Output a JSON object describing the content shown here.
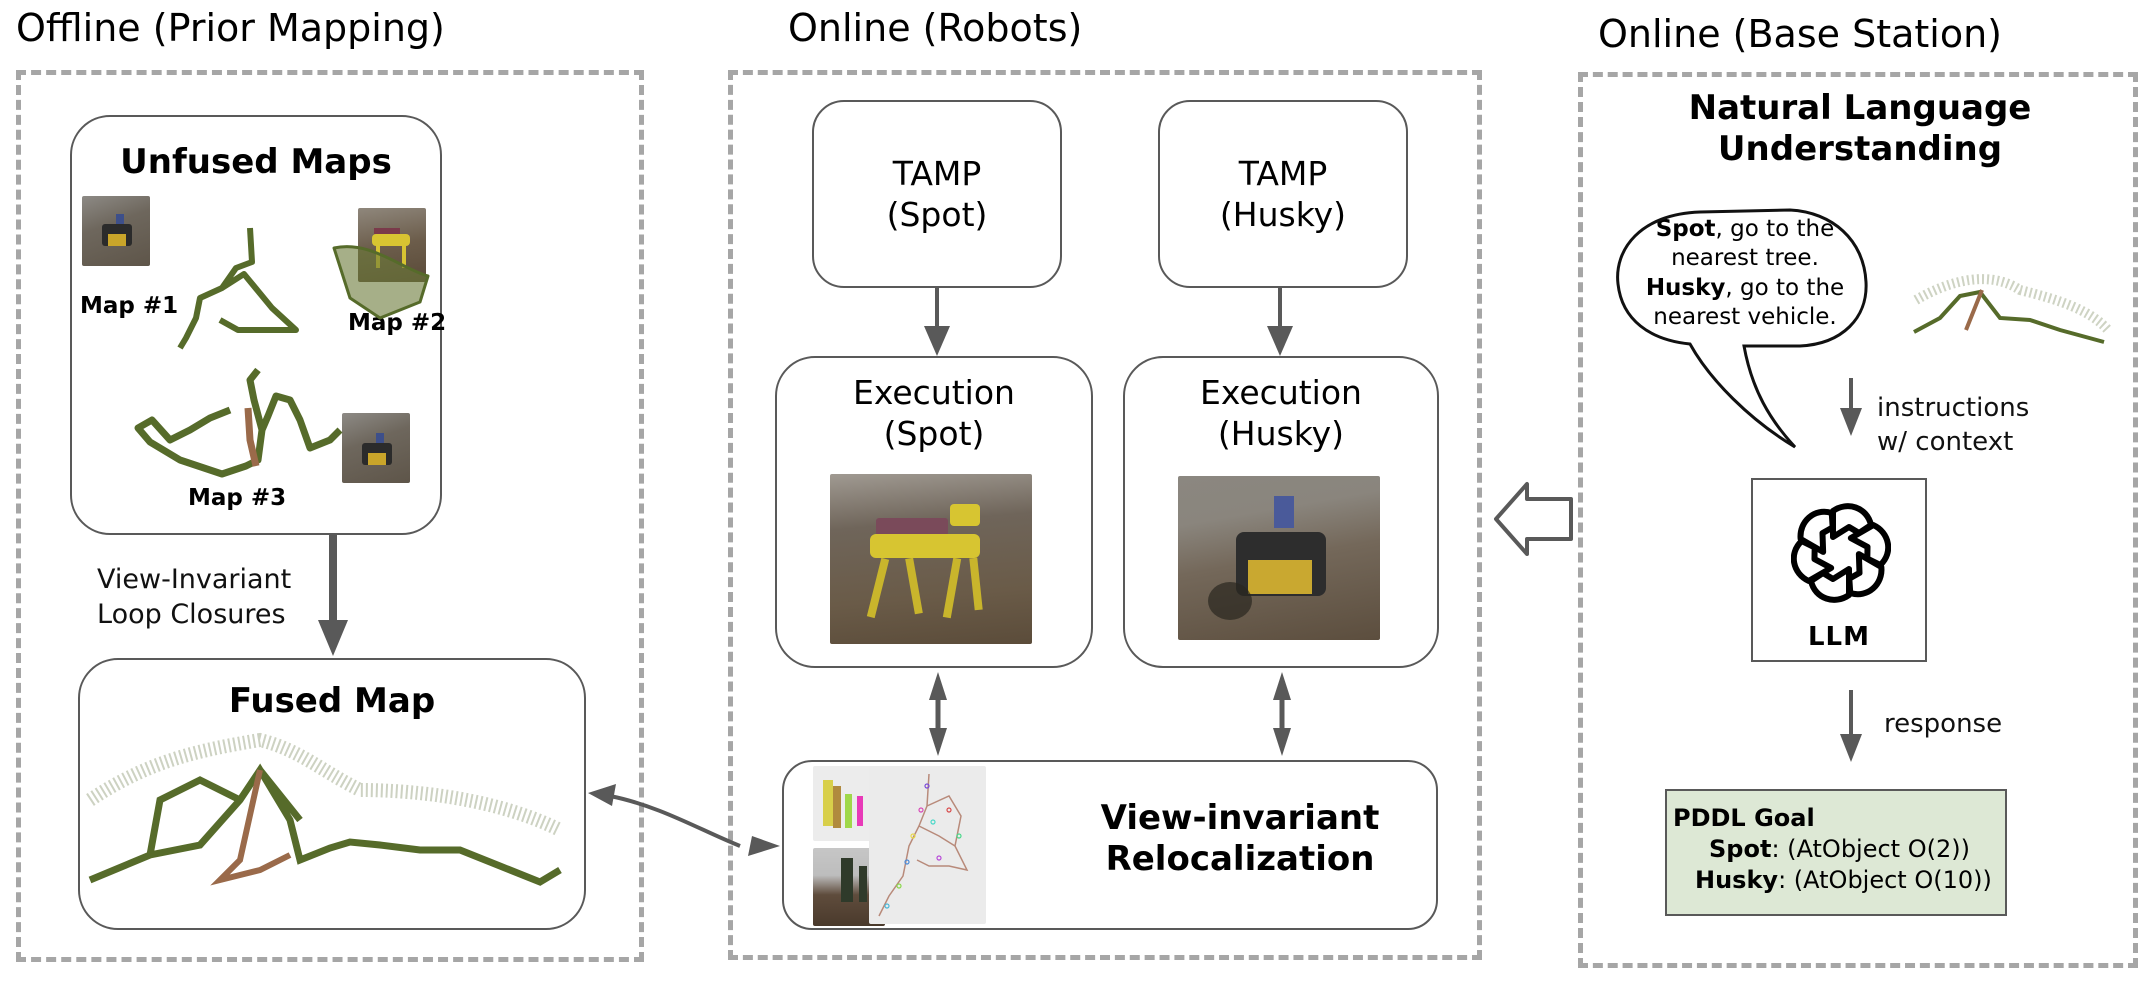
{
  "sections": {
    "offline": {
      "title": "Offline (Prior Mapping)"
    },
    "robots": {
      "title": "Online (Robots)"
    },
    "base": {
      "title": "Online (Base Station)"
    }
  },
  "offline": {
    "unfused": {
      "title": "Unfused Maps",
      "maps": [
        {
          "label": "Map #1",
          "robot": "husky"
        },
        {
          "label": "Map #2",
          "robot": "spot"
        },
        {
          "label": "Map #3",
          "robot": "husky"
        }
      ]
    },
    "edge_label_line1": "View-Invariant",
    "edge_label_line2": "Loop Closures",
    "fused": {
      "title": "Fused Map"
    }
  },
  "robots": {
    "tamp_spot": {
      "line1": "TAMP",
      "line2": "(Spot)"
    },
    "tamp_husky": {
      "line1": "TAMP",
      "line2": "(Husky)"
    },
    "exec_spot": {
      "line1": "Execution",
      "line2": "(Spot)"
    },
    "exec_husky": {
      "line1": "Execution",
      "line2": "(Husky)"
    },
    "reloc": {
      "line1": "View-invariant",
      "line2": "Relocalization"
    }
  },
  "base": {
    "title_line1": "Natural Language",
    "title_line2": "Understanding",
    "speech": {
      "l1_bold": "Spot",
      "l1_rest": ", go to the",
      "l2": "nearest tree.",
      "l3_bold": "Husky",
      "l3_rest": ", go to the",
      "l4": "nearest vehicle."
    },
    "edge_instructions_1": "instructions",
    "edge_instructions_2": "w/ context",
    "llm_label": "LLM",
    "edge_response": "response",
    "pddl": {
      "title": "PDDL Goal",
      "rows": [
        {
          "robot": "Spot",
          "goal": ":  (AtObject O(2))"
        },
        {
          "robot": "Husky",
          "goal": ": (AtObject O(10))"
        }
      ]
    }
  },
  "colors": {
    "dashed_border": "#a6a6a6",
    "arrow": "#595959",
    "pddl_fill": "#dde8d5",
    "map_green": "#566b2a",
    "map_brown": "#9a6a4a"
  }
}
